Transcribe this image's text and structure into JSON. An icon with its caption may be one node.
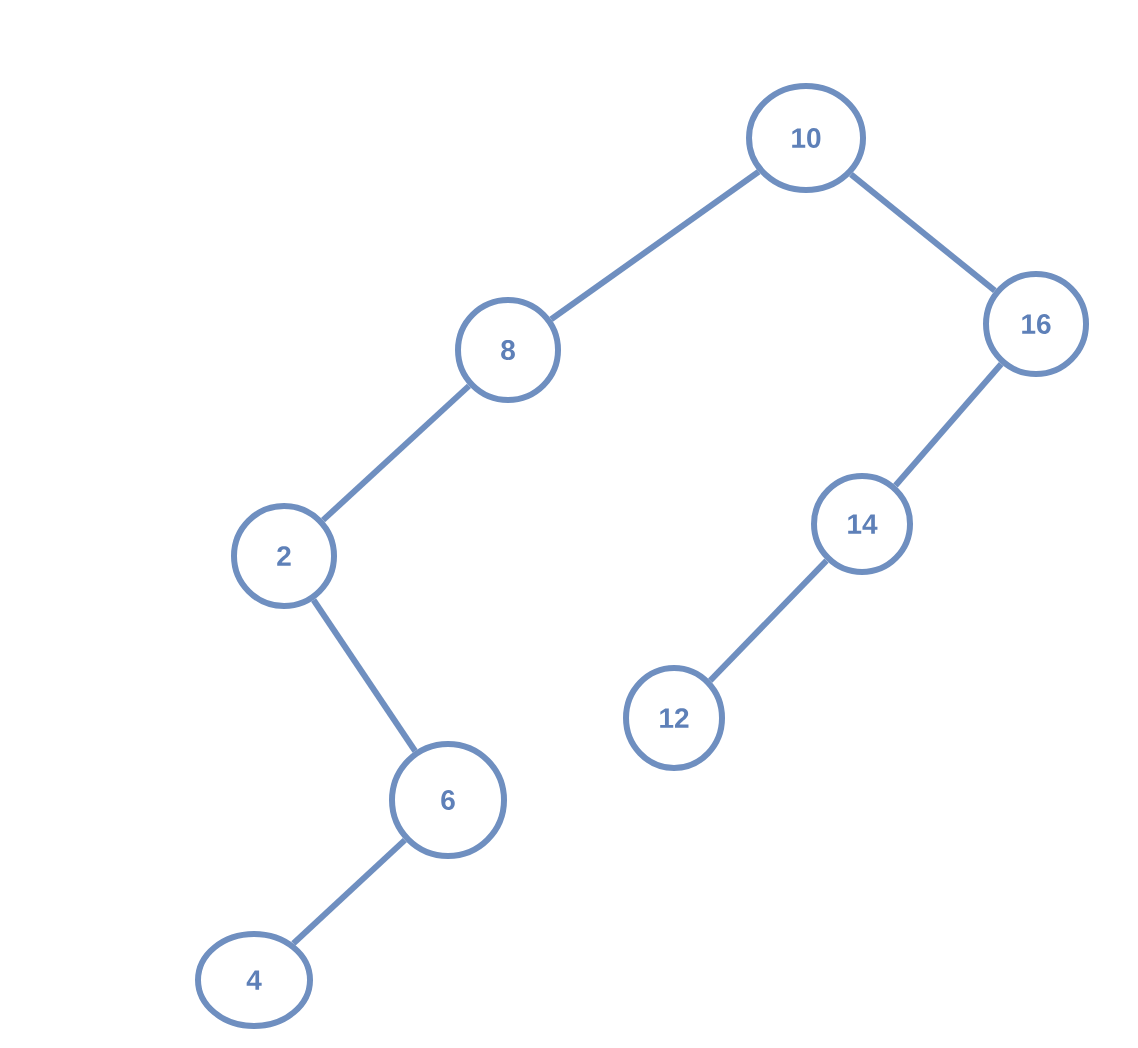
{
  "diagram": {
    "nodes": [
      {
        "text": [
          "10"
        ]
      },
      {
        "text": [
          "8"
        ]
      },
      {
        "text": [
          "16"
        ]
      },
      {
        "text": [
          "2"
        ]
      },
      {
        "text": [
          "14"
        ]
      },
      {
        "text": [
          "12"
        ]
      },
      {
        "text": [
          "6"
        ]
      },
      {
        "text": [
          "4"
        ]
      }
    ],
    "edges": [
      {
        "from": 0,
        "to": 1,
        "arrow": "none"
      },
      {
        "from": 0,
        "to": 2,
        "arrow": "none"
      },
      {
        "from": 1,
        "to": 3,
        "arrow": "none"
      },
      {
        "from": 2,
        "to": 4,
        "arrow": "none"
      },
      {
        "from": 4,
        "to": 5,
        "arrow": "none"
      },
      {
        "from": 3,
        "to": 6,
        "arrow": "none"
      },
      {
        "from": 6,
        "to": 7,
        "arrow": "none"
      }
    ]
  }
}
